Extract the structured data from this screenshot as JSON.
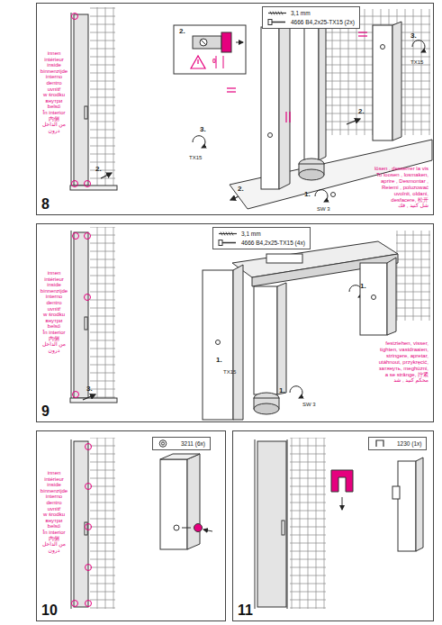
{
  "diagram": {
    "nodes": [
      {
        "text": [
          "8"
        ]
      },
      {
        "text": [
          "3,1 mm",
          "4666 B4,2x25-TX15 (2x)"
        ],
        "in": 0
      },
      {
        "text": [
          "9"
        ]
      },
      {
        "text": [
          "3,1 mm",
          "4666 B4,2x25-TX15 (4x)"
        ],
        "in": 2
      },
      {
        "text": [
          "10"
        ]
      },
      {
        "text": [
          "3211 (6x)"
        ],
        "in": 4
      },
      {
        "text": [
          "11"
        ]
      },
      {
        "text": [
          "1230 (1x)"
        ],
        "in": 6
      }
    ],
    "labels": [
      "innen",
      "intérieur",
      "inside",
      "binnenzijde",
      "interno",
      "dentro",
      "uvnitř",
      "w środku",
      "внутри",
      "belső",
      "În interior",
      "内侧",
      "من الداخل",
      "درون",
      "2.",
      "2.",
      "0",
      "3.",
      "TX15",
      "3.",
      "TX15",
      "2.",
      "2.",
      "1.",
      "SW 3",
      "lösen , desserrer la vis",
      "To loosen , losmaken,",
      "aprire , Desmontar ,",
      "Reiemi , poluzować",
      "uvolnit, oldani,",
      "desfacere, 松开",
      "شل كنيد , فك",
      "innen",
      "intérieur",
      "inside",
      "binnenzijde",
      "interno",
      "dentro",
      "uvnitř",
      "w środku",
      "внутри",
      "belső",
      "În interior",
      "内侧",
      "من الداخل",
      "درون",
      "3.",
      "1.",
      "1.",
      "TX15",
      "1.",
      "SW 3",
      "festziehen, visser,",
      "tighten, vastdraaien,",
      "stringere, apretar,",
      "utáhnout, przykręcić,",
      "затянуть, meghúzni,",
      "a se strânge, 拧紧",
      "محكم كنيد , شد",
      "innen",
      "intérieur",
      "inside",
      "binnenzijde",
      "interno",
      "dentro",
      "uvnitř",
      "w środku",
      "внутри",
      "belső",
      "În interior",
      "内侧",
      "من الداخل",
      "درون"
    ]
  }
}
